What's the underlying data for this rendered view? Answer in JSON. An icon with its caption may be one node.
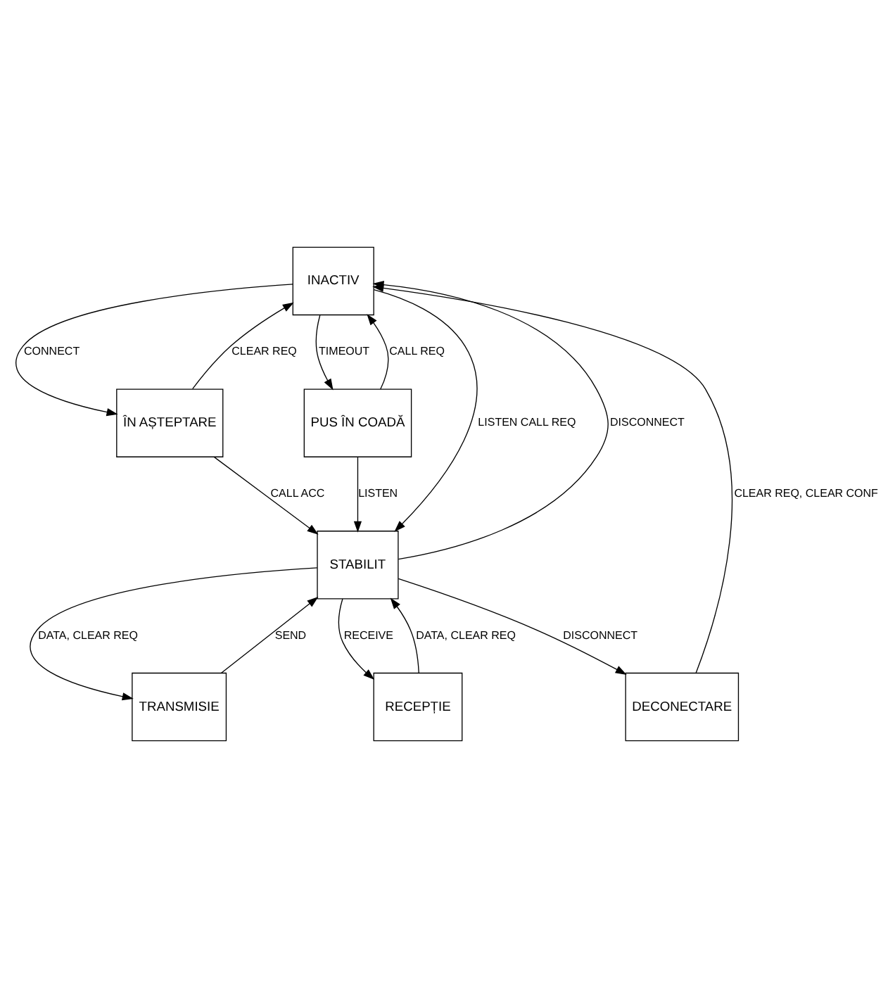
{
  "diagram": {
    "nodes": [
      {
        "text": [
          "INACTIV"
        ]
      },
      {
        "text": [
          "ÎN AȘTEPTARE"
        ]
      },
      {
        "text": [
          "PUS ÎN COADĂ"
        ]
      },
      {
        "text": [
          "STABILIT"
        ]
      },
      {
        "text": [
          "TRANSMISIE"
        ]
      },
      {
        "text": [
          "RECEPȚIE"
        ]
      },
      {
        "text": [
          "DECONECTARE"
        ]
      }
    ],
    "edges": [
      {
        "from": 0,
        "to": 1,
        "arrow": "to",
        "label": "CONNECT"
      },
      {
        "from": 1,
        "to": 0,
        "arrow": "to",
        "label": "CLEAR REQ"
      },
      {
        "from": 0,
        "to": 2,
        "arrow": "to",
        "label": "TIMEOUT"
      },
      {
        "from": 2,
        "to": 0,
        "arrow": "to",
        "label": "CALL REQ"
      },
      {
        "from": 0,
        "to": 3,
        "arrow": "to",
        "label": "LISTEN CALL REQ"
      },
      {
        "from": 3,
        "to": 0,
        "arrow": "to",
        "label": "DISCONNECT"
      },
      {
        "from": 1,
        "to": 3,
        "arrow": "to",
        "label": "CALL ACC"
      },
      {
        "from": 2,
        "to": 3,
        "arrow": "to",
        "label": "LISTEN"
      },
      {
        "from": 3,
        "to": 4,
        "arrow": "to",
        "label": "DATA, CLEAR REQ"
      },
      {
        "from": 4,
        "to": 3,
        "arrow": "to",
        "label": "SEND"
      },
      {
        "from": 3,
        "to": 5,
        "arrow": "to",
        "label": "RECEIVE"
      },
      {
        "from": 5,
        "to": 3,
        "arrow": "to",
        "label": "DATA, CLEAR REQ"
      },
      {
        "from": 3,
        "to": 6,
        "arrow": "to",
        "label": "DISCONNECT"
      },
      {
        "from": 6,
        "to": 0,
        "arrow": "to",
        "label": "CLEAR REQ, CLEAR CONF"
      }
    ]
  }
}
